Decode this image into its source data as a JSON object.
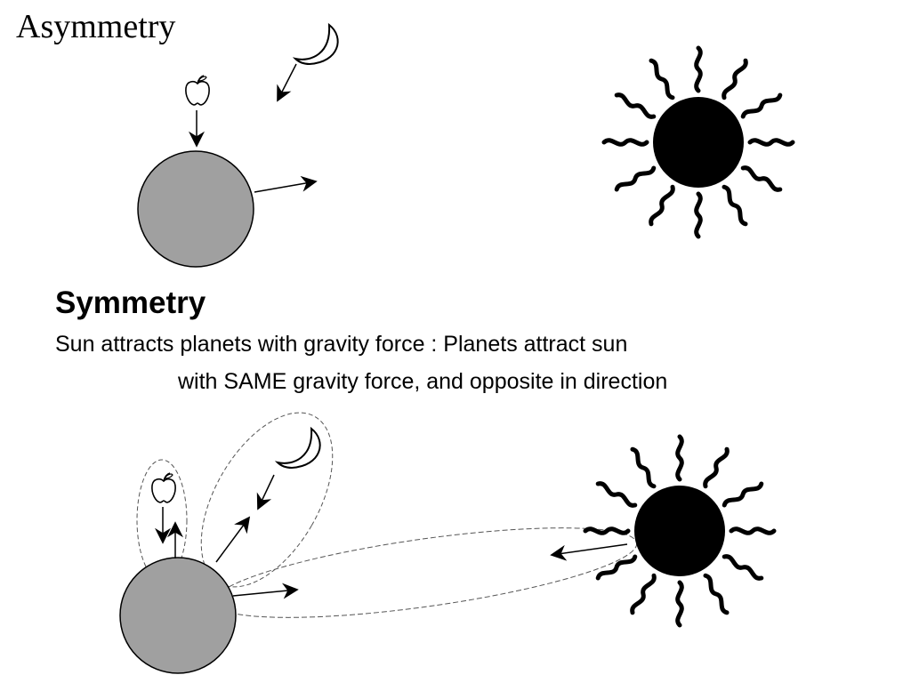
{
  "titles": {
    "asymmetry": "Asymmetry",
    "symmetry": "Symmetry"
  },
  "description": {
    "line1": "Sun attracts planets with gravity force : Planets attract sun",
    "line2": "with SAME gravity force, and opposite in direction"
  },
  "colors": {
    "planet": "#a0a0a0",
    "sun": "#000000",
    "outline": "#000000",
    "background": "#ffffff"
  },
  "icons": [
    "apple-icon",
    "moon-icon",
    "sun-icon",
    "planet-icon"
  ]
}
